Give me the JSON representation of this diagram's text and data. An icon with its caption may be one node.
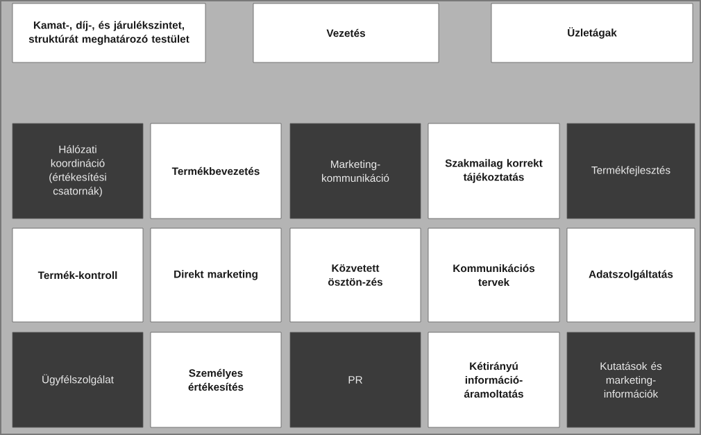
{
  "diagram": {
    "nodes": [
      {
        "text": [
          "Kamat-, díj-, és járulékszintet, struktúrát meghatározó testület"
        ]
      },
      {
        "text": [
          "Vezetés"
        ]
      },
      {
        "text": [
          "Üzletágak"
        ]
      },
      {
        "text": [
          "Hálózati koordináció (értékesítési csatornák)"
        ]
      },
      {
        "text": [
          "Termékbevezetés"
        ]
      },
      {
        "text": [
          "Marketing-kommunikáció"
        ]
      },
      {
        "text": [
          "Szakmailag korrekt tájékoztatás"
        ]
      },
      {
        "text": [
          "Termékfejlesztés"
        ]
      },
      {
        "text": [
          "Termék-kontroll"
        ]
      },
      {
        "text": [
          "Direkt marketing"
        ]
      },
      {
        "text": [
          "Közvetett ösztön-zés"
        ]
      },
      {
        "text": [
          "Kommunikációs tervek"
        ]
      },
      {
        "text": [
          "Adatszolgáltatás"
        ]
      },
      {
        "text": [
          "Ügyfélszolgálat"
        ]
      },
      {
        "text": [
          "Személyes értékesítés"
        ]
      },
      {
        "text": [
          "PR"
        ]
      },
      {
        "text": [
          "Kétirányú információ-áramoltatás"
        ]
      },
      {
        "text": [
          "Kutatások és marketing-információk"
        ]
      }
    ]
  }
}
